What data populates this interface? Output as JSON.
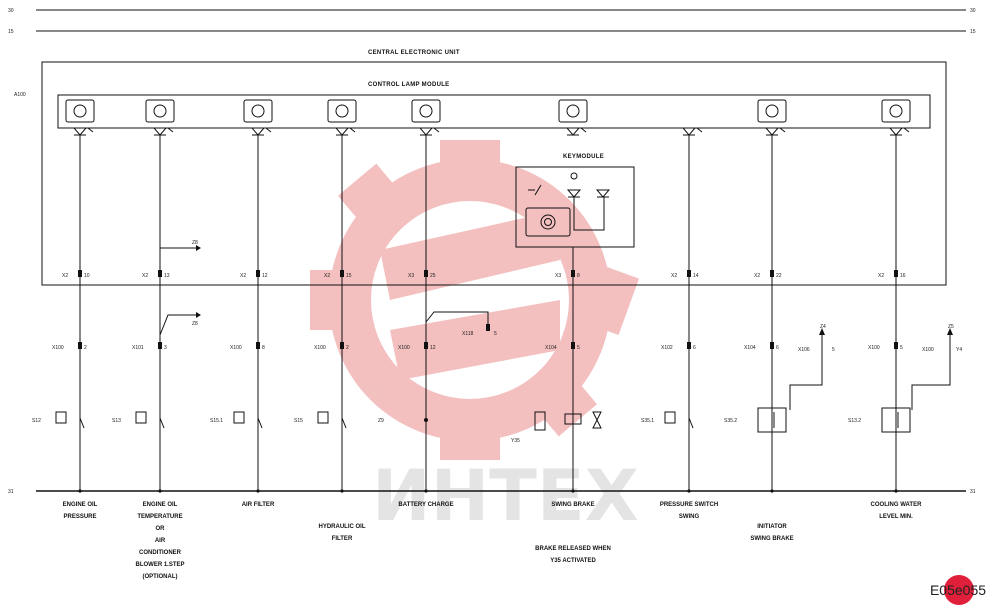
{
  "bus": {
    "top_left_1": "30",
    "top_right_1": "30",
    "top_left_2": "15",
    "top_right_2": "15",
    "bottom_left": "31",
    "bottom_right": "31"
  },
  "titles": {
    "central_unit": "CENTRAL ELECTRONIC UNIT",
    "control_module": "CONTROL LAMP MODULE",
    "key_module": "KEYMODULE",
    "module_ref": "A100"
  },
  "columns": [
    {
      "icon": "oil-pressure-icon",
      "conn": "X2",
      "pin": "10",
      "conn2": "X100",
      "pin2": "2",
      "sensor": "S12",
      "label": [
        "ENGINE OIL",
        "PRESSURE"
      ]
    },
    {
      "icon": "oil-temp-icon",
      "conn": "X2",
      "pin": "13",
      "conn2": "X101",
      "pin2": "3",
      "sensor": "S13",
      "label": [
        "ENGINE OIL",
        "TEMPERATURE",
        "OR",
        "AIR",
        "CONDITIONER",
        "BLOWER 1.STEP",
        "(OPTIONAL)"
      ]
    },
    {
      "icon": "air-filter-icon",
      "conn": "X2",
      "pin": "12",
      "conn2": "X100",
      "pin2": "8",
      "sensor": "S15.1",
      "label": [
        "AIR FILTER"
      ]
    },
    {
      "icon": "hydraulic-filter-icon",
      "conn": "X2",
      "pin": "15",
      "conn2": "X100",
      "pin2": "2",
      "sensor": "S15",
      "label": [
        "HYDRAULIC OIL",
        "FILTER"
      ]
    },
    {
      "icon": "battery-icon",
      "conn": "X3",
      "pin": "25",
      "conn2": "X100",
      "pin2": "12",
      "sensor": "Z9",
      "label": [
        "BATTERY CHARGE"
      ]
    },
    {
      "icon": "swing-brake-icon",
      "conn": "X3",
      "pin": "8",
      "conn2": "X104",
      "pin2": "5",
      "sensor": "Y35",
      "label": [
        "SWING BRAKE",
        "",
        "BRAKE RELEASED WHEN",
        "Y35 ACTIVATED"
      ]
    },
    {
      "icon": "none",
      "conn": "X2",
      "pin": "14",
      "conn2": "X102",
      "pin2": "6",
      "sensor": "S35.1",
      "label": [
        "PRESSURE SWITCH",
        "SWING"
      ]
    },
    {
      "icon": "brake-ring-icon",
      "conn": "X2",
      "pin": "22",
      "conn2": "X104",
      "pin2": "6",
      "sensor": "S35.2",
      "label": [
        "INITIATOR",
        "SWING BRAKE"
      ]
    },
    {
      "icon": "coolant-icon",
      "conn": "X2",
      "pin": "16",
      "conn2": "X100",
      "pin2": "5",
      "sensor": "S13.2",
      "label": [
        "COOLING WATER",
        "LEVEL MIN."
      ]
    }
  ],
  "extras": {
    "z8": "Z8",
    "z8b": "Z8",
    "x118": "X118",
    "x118_pin": "5",
    "x106_a": "X106",
    "x106_a_pin": "5",
    "z4": "Z4",
    "x106_b": "X100",
    "x106_b_pin": "Y4",
    "z5": "Z5"
  },
  "watermark": "ИНТЕХ",
  "badge": "E05e055",
  "colors": {
    "watermark_gear": "#f2b9b9",
    "badge": "#e0203a"
  }
}
